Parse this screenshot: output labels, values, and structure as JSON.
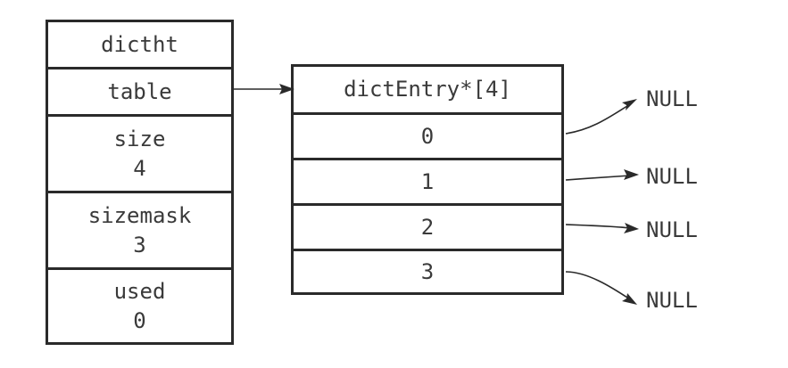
{
  "dictht": {
    "header": "dictht",
    "table_label": "table",
    "size_label": "size",
    "size_value": "4",
    "sizemask_label": "sizemask",
    "sizemask_value": "3",
    "used_label": "used",
    "used_value": "0"
  },
  "entries": {
    "header": "dictEntry*[4]",
    "slots": [
      "0",
      "1",
      "2",
      "3"
    ]
  },
  "null_labels": [
    "NULL",
    "NULL",
    "NULL",
    "NULL"
  ],
  "colors": {
    "stroke": "#2a2a2a",
    "text": "#3a3a3a"
  }
}
